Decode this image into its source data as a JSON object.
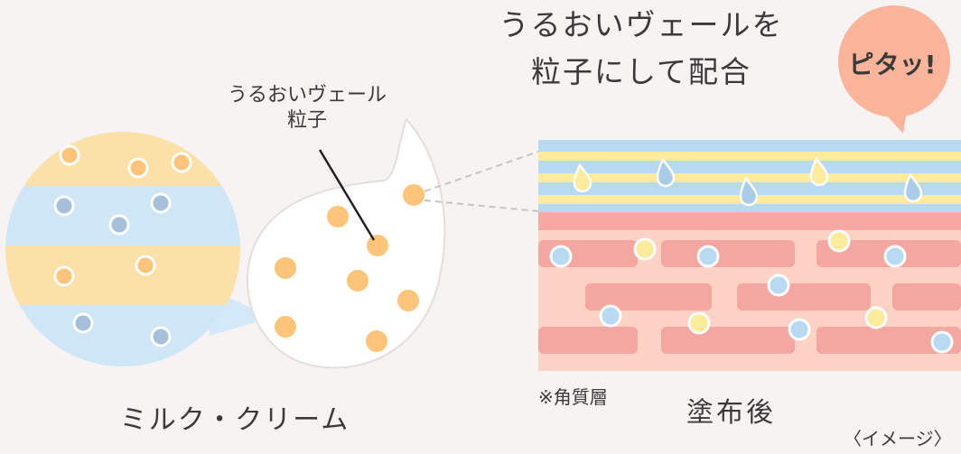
{
  "title": {
    "line1": "うるおいヴェールを",
    "line2": "粒子にして配合"
  },
  "particle_label": {
    "line1": "うるおいヴェール",
    "line2": "粒子"
  },
  "speech_bubble": {
    "text": "ピタッ!"
  },
  "milk_caption": "ミルク・クリーム",
  "stratum_note": "※角質層",
  "after_caption": "塗布後",
  "image_note": "〈イメージ〉",
  "colors": {
    "yellow_band": "#fbe0a8",
    "blue_band": "#cfe6f7",
    "orange_dot": "#fdc47a",
    "blue_dot": "#a6bfda",
    "veil_blue": "#b7d9f2",
    "veil_yellow": "#fbeb9a",
    "skin_base": "#fbd2c4",
    "skin_cell": "#f4a6a0",
    "bubble": "#f9b49a"
  }
}
